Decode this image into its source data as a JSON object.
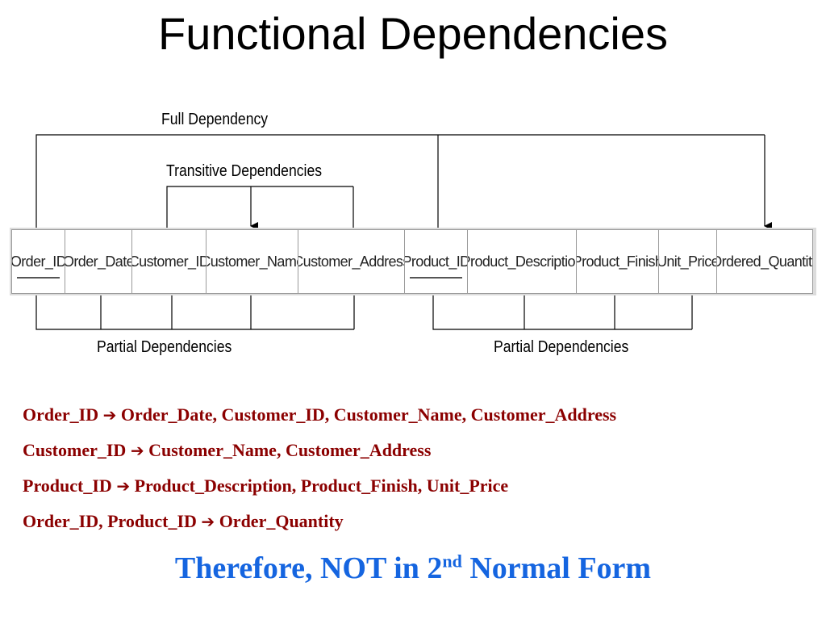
{
  "title": "Functional Dependencies",
  "labels": {
    "full": "Full Dependency",
    "transitive": "Transitive Dependencies",
    "partial_left": "Partial Dependencies",
    "partial_right": "Partial Dependencies"
  },
  "columns": [
    {
      "name": "Order_ID",
      "key": true
    },
    {
      "name": "Order_Date",
      "key": false
    },
    {
      "name": "Customer_ID",
      "key": false
    },
    {
      "name": "Customer_Name",
      "key": false
    },
    {
      "name": "Customer_Address",
      "key": false
    },
    {
      "name": "Product_ID",
      "key": true
    },
    {
      "name": "Product_Description",
      "key": false
    },
    {
      "name": "Product_Finish",
      "key": false
    },
    {
      "name": "Unit_Price",
      "key": false
    },
    {
      "name": "Ordered_Quantity",
      "key": false
    }
  ],
  "dependencies": [
    {
      "lhs": "Order_ID",
      "rhs": "Order_Date, Customer_ID, Customer_Name, Customer_Address"
    },
    {
      "lhs": "Customer_ID",
      "rhs": "Customer_Name, Customer_Address"
    },
    {
      "lhs": "Product_ID",
      "rhs": "Product_Description, Product_Finish, Unit_Price"
    },
    {
      "lhs": "Order_ID, Product_ID",
      "rhs": "Order_Quantity"
    }
  ],
  "arrow_symbol": "➔",
  "conclusion": {
    "prefix": "Therefore, NOT in 2",
    "superscript": "nd",
    "suffix": " Normal Form"
  },
  "colors": {
    "dependency_text": "#8b0000",
    "conclusion_text": "#1565e0",
    "line": "#000000"
  }
}
